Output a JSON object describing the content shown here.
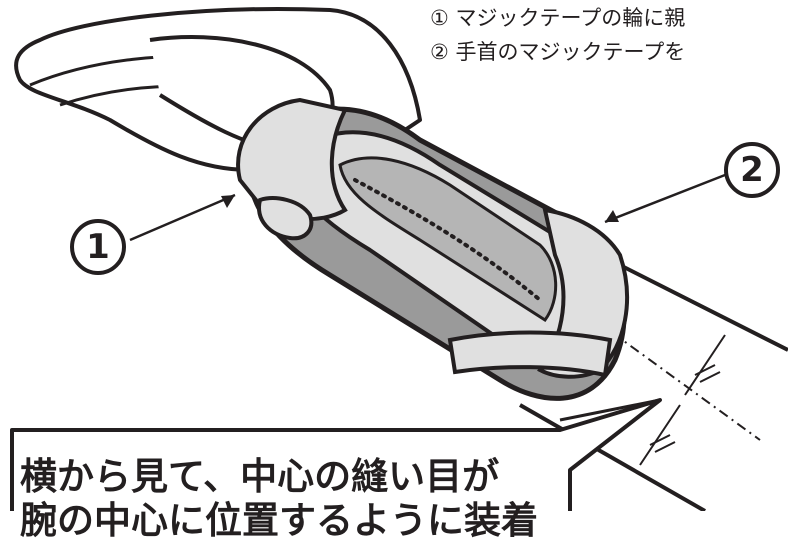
{
  "steps": [
    {
      "number": "①",
      "text": "マジックテープの輪に親"
    },
    {
      "number": "②",
      "text": "手首のマジックテープを"
    }
  ],
  "callouts": {
    "one": "1",
    "two": "2"
  },
  "note": {
    "line1": "横から見て、中心の縫い目が",
    "line2": "腕の中心に位置するように装着"
  },
  "colors": {
    "outline": "#231f20",
    "brace_light": "#e0e0e0",
    "brace_mid": "#b5b5b5",
    "brace_dark": "#9a9a9a"
  }
}
